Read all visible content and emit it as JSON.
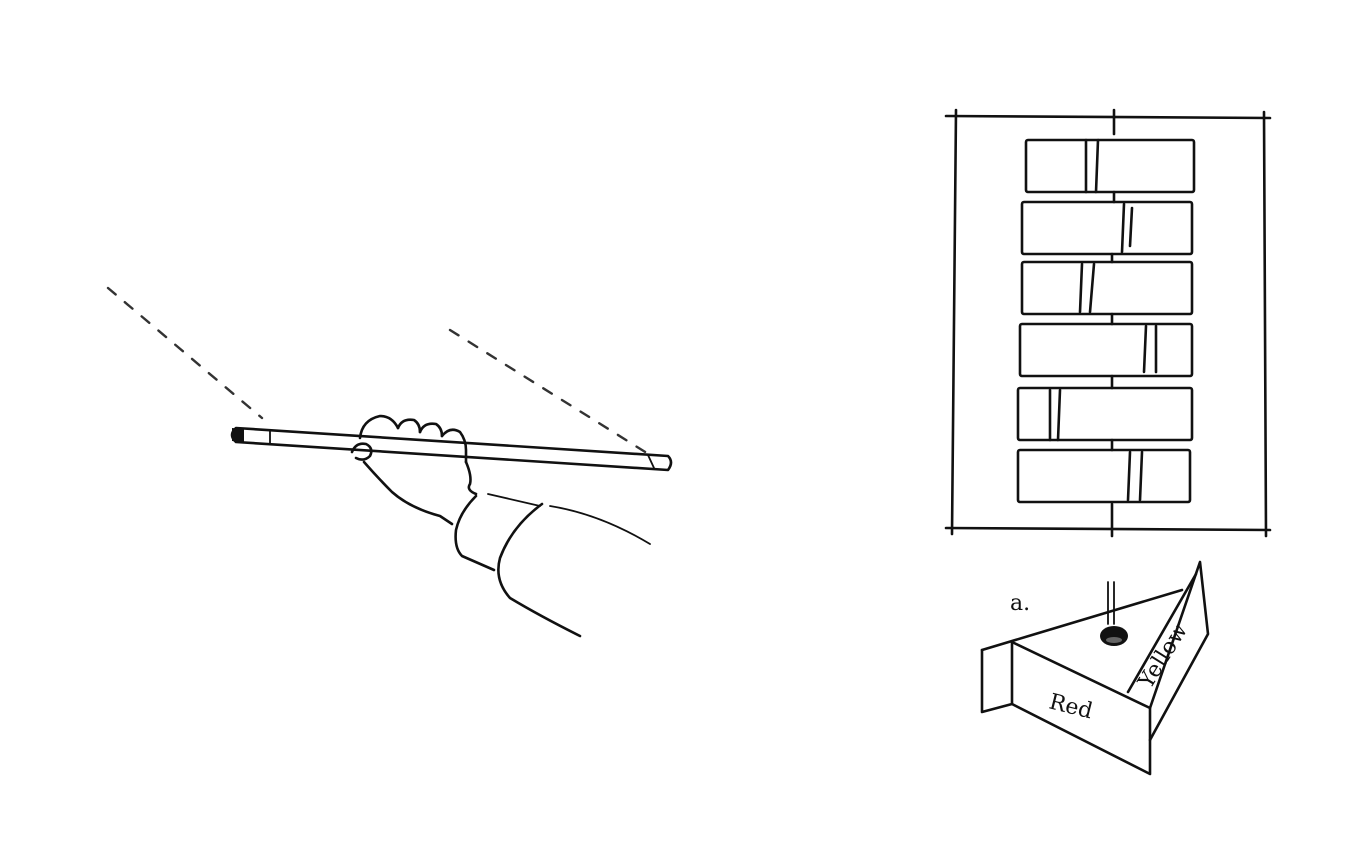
{
  "figure": {
    "left_panel": {
      "description": "hand holding a long stick horizontally, with two dashed sight lines converging to the stick ends",
      "elements": [
        "dashed-line-left",
        "dashed-line-right",
        "stick",
        "hand",
        "sleeve-cuff"
      ]
    },
    "right_panel": {
      "brick_wall": {
        "rows": 6,
        "frame": "rectangular frame with tick marks at corners and center"
      },
      "device": {
        "label_marker": "a.",
        "faces": {
          "front": "Red",
          "side": "Yellow"
        }
      }
    }
  }
}
